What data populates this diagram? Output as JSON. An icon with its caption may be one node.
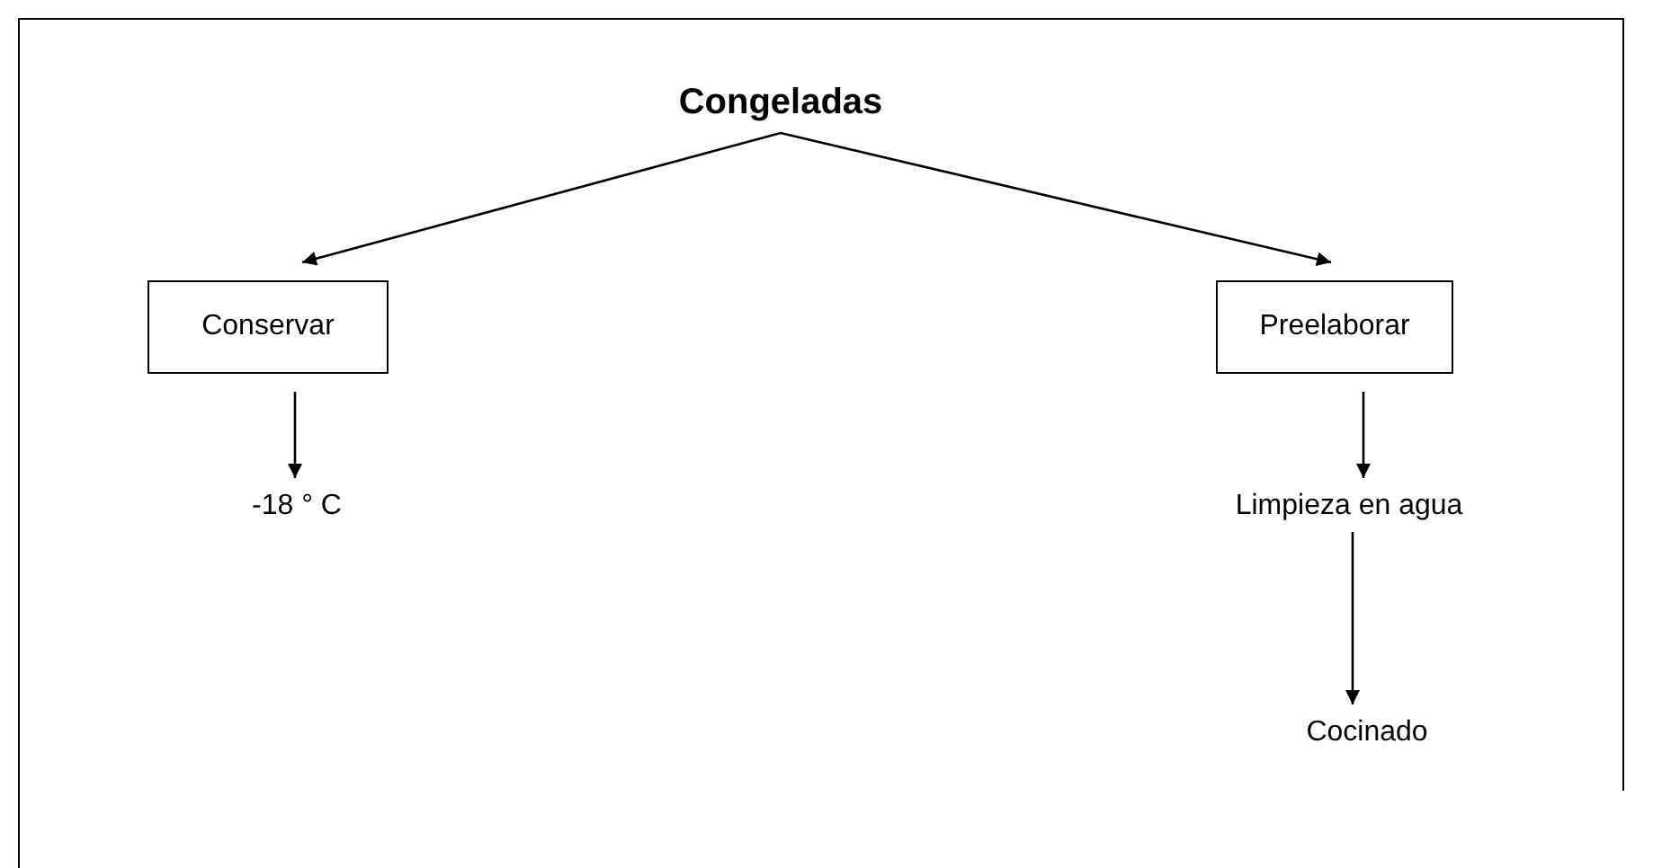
{
  "diagram": {
    "nodes": [
      {
        "text": [
          "Congeladas"
        ]
      },
      {
        "text": [
          "Conservar"
        ]
      },
      {
        "text": [
          "Preelaborar"
        ]
      },
      {
        "text": [
          "-18 ° C"
        ]
      },
      {
        "text": [
          "Limpieza en agua"
        ]
      },
      {
        "text": [
          "Cocinado"
        ]
      }
    ],
    "edges": [
      {
        "from": 0,
        "to": 1,
        "arrow": "to"
      },
      {
        "from": 0,
        "to": 2,
        "arrow": "to"
      },
      {
        "from": 1,
        "to": 3,
        "arrow": "to"
      },
      {
        "from": 2,
        "to": 4,
        "arrow": "to"
      },
      {
        "from": 4,
        "to": 5,
        "arrow": "to"
      }
    ]
  }
}
